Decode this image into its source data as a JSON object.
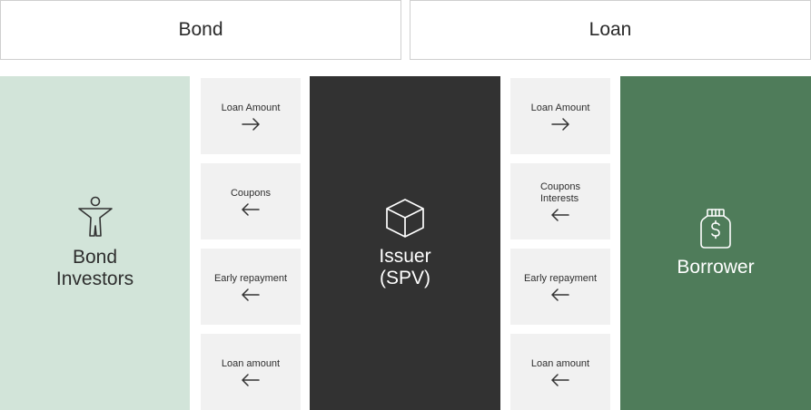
{
  "headers": {
    "bond": "Bond",
    "loan": "Loan"
  },
  "entities": {
    "investors": {
      "name": "Bond\nInvestors",
      "icon": "person-icon",
      "color": "#d2e4d9"
    },
    "issuer": {
      "name": "Issuer\n(SPV)",
      "icon": "box-icon",
      "color": "#323232"
    },
    "borrower": {
      "name": "Borrower",
      "icon": "money-bag-icon",
      "color": "#4f7c5a"
    }
  },
  "flows_left": [
    {
      "label": "Loan Amount",
      "direction": "right"
    },
    {
      "label": "Coupons",
      "direction": "left"
    },
    {
      "label": "Early repayment",
      "direction": "left"
    },
    {
      "label": "Loan amount",
      "direction": "left"
    }
  ],
  "flows_right": [
    {
      "label": "Loan Amount",
      "direction": "right"
    },
    {
      "label": "Coupons\nInterests",
      "direction": "left"
    },
    {
      "label": "Early repayment",
      "direction": "left"
    },
    {
      "label": "Loan amount",
      "direction": "left"
    }
  ]
}
